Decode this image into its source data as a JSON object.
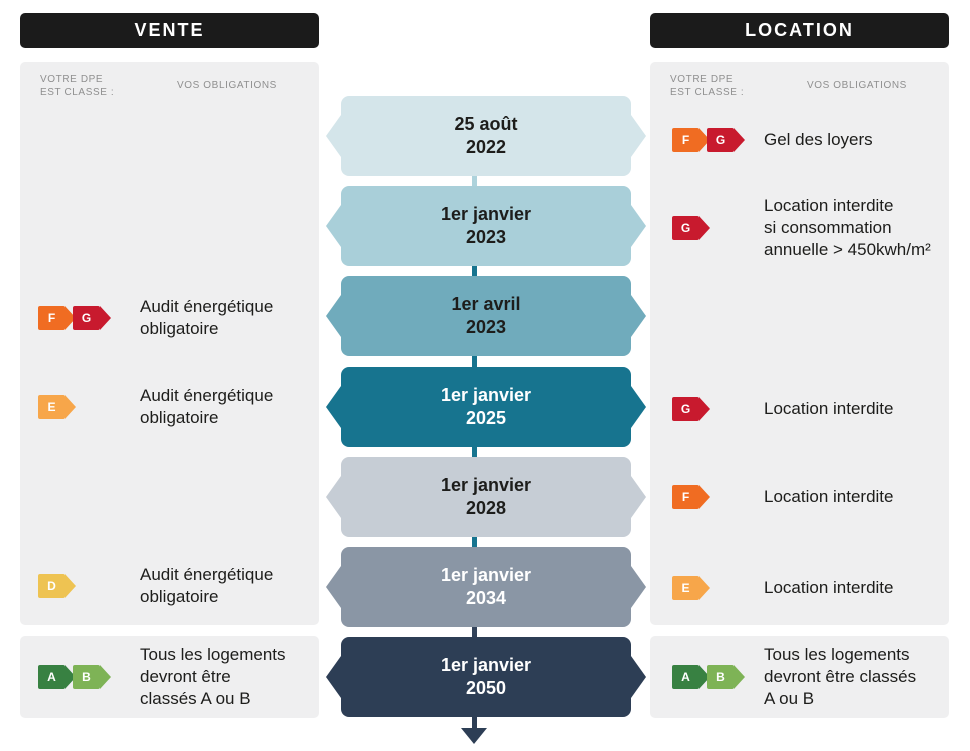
{
  "header": {
    "vente": "VENTE",
    "location": "LOCATION"
  },
  "column_headers": {
    "dpe_label": "VOTRE DPE\nEST CLASSE :",
    "obligations_label": "VOS OBLIGATIONS"
  },
  "timeline": {
    "boxes": [
      {
        "date": "25 août\n2022",
        "color": "#d4e5ea",
        "text_color": "#1d1d1b"
      },
      {
        "date": "1er janvier\n2023",
        "color": "#a9cfd9",
        "text_color": "#1d1d1b"
      },
      {
        "date": "1er avril\n2023",
        "color": "#70abbc",
        "text_color": "#1d1d1b"
      },
      {
        "date": "1er janvier\n2025",
        "color": "#17748f",
        "text_color": "#ffffff"
      },
      {
        "date": "1er janvier\n2028",
        "color": "#c6cdd5",
        "text_color": "#1d1d1b"
      },
      {
        "date": "1er janvier\n2034",
        "color": "#8a96a5",
        "text_color": "#ffffff"
      },
      {
        "date": "1er janvier\n2050",
        "color": "#2d3e55",
        "text_color": "#ffffff"
      }
    ]
  },
  "vente_rows": [
    {
      "tags": [
        "F",
        "G"
      ],
      "text": "Audit énergétique\nobligatoire"
    },
    {
      "tags": [
        "E"
      ],
      "text": "Audit énergétique\nobligatoire"
    },
    {
      "tags": [
        "D"
      ],
      "text": "Audit énergétique\nobligatoire"
    },
    {
      "tags": [
        "A",
        "B"
      ],
      "text": "Tous les logements\ndevront être\nclassés A ou B"
    }
  ],
  "location_rows": [
    {
      "tags": [
        "F",
        "G"
      ],
      "text": "Gel des loyers"
    },
    {
      "tags": [
        "G"
      ],
      "text": "Location interdite\nsi consommation\nannuelle > 450kwh/m²"
    },
    {
      "tags": [
        "G"
      ],
      "text": "Location interdite"
    },
    {
      "tags": [
        "F"
      ],
      "text": "Location interdite"
    },
    {
      "tags": [
        "E"
      ],
      "text": "Location interdite"
    },
    {
      "tags": [
        "A",
        "B"
      ],
      "text": "Tous les logements\ndevront être classés\nA ou B"
    }
  ],
  "tag_colors": {
    "A": "#388142",
    "B": "#7eb356",
    "D": "#eec352",
    "E": "#f7a64a",
    "F": "#f06c22",
    "G": "#c81a2e"
  },
  "colors": {
    "header_bg": "#1b1b1b",
    "panel_bg": "#efeff0",
    "body_text": "#1d1d1b",
    "muted_text": "#8f8f8f",
    "arrow": "#2d3e55"
  }
}
